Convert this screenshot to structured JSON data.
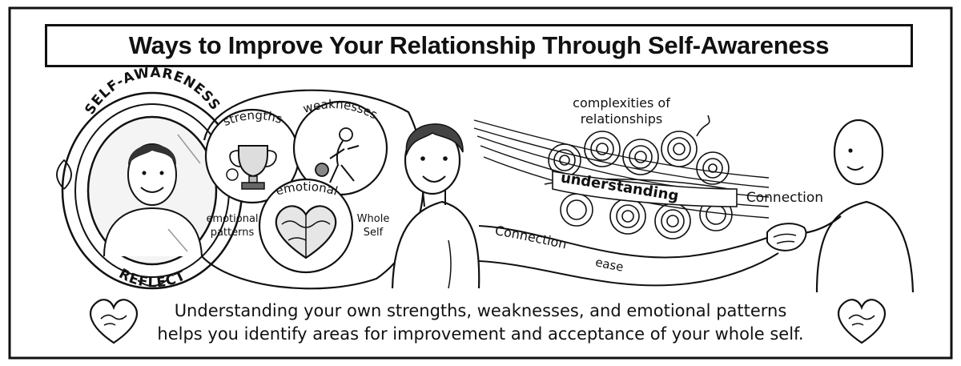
{
  "title": "Ways to Improve Your Relationship Through Self-Awareness",
  "mirror": {
    "top_label": "SELF-AWARENESS",
    "bottom_label": "REFLECT"
  },
  "bubbles": {
    "strengths": "strengths",
    "weaknesses": "weaknesses",
    "emotional": "emotional",
    "emotional_patterns_line1": "emotional",
    "emotional_patterns_line2": "patterns",
    "whole_self_line1": "Whole",
    "whole_self_line2": "Self"
  },
  "relationship": {
    "complexities_line1": "complexities of",
    "complexities_line2": "relationships",
    "understanding": "understanding",
    "connection_right": "Connection",
    "connection_ribbon": "Connection",
    "ease": "ease"
  },
  "caption": {
    "line1": "Understanding your own strengths, weaknesses, and emotional patterns",
    "line2": "helps you identify areas for improvement and acceptance of your whole self."
  },
  "icons": [
    "heart-handshake-icon",
    "heart-handshake-icon"
  ]
}
